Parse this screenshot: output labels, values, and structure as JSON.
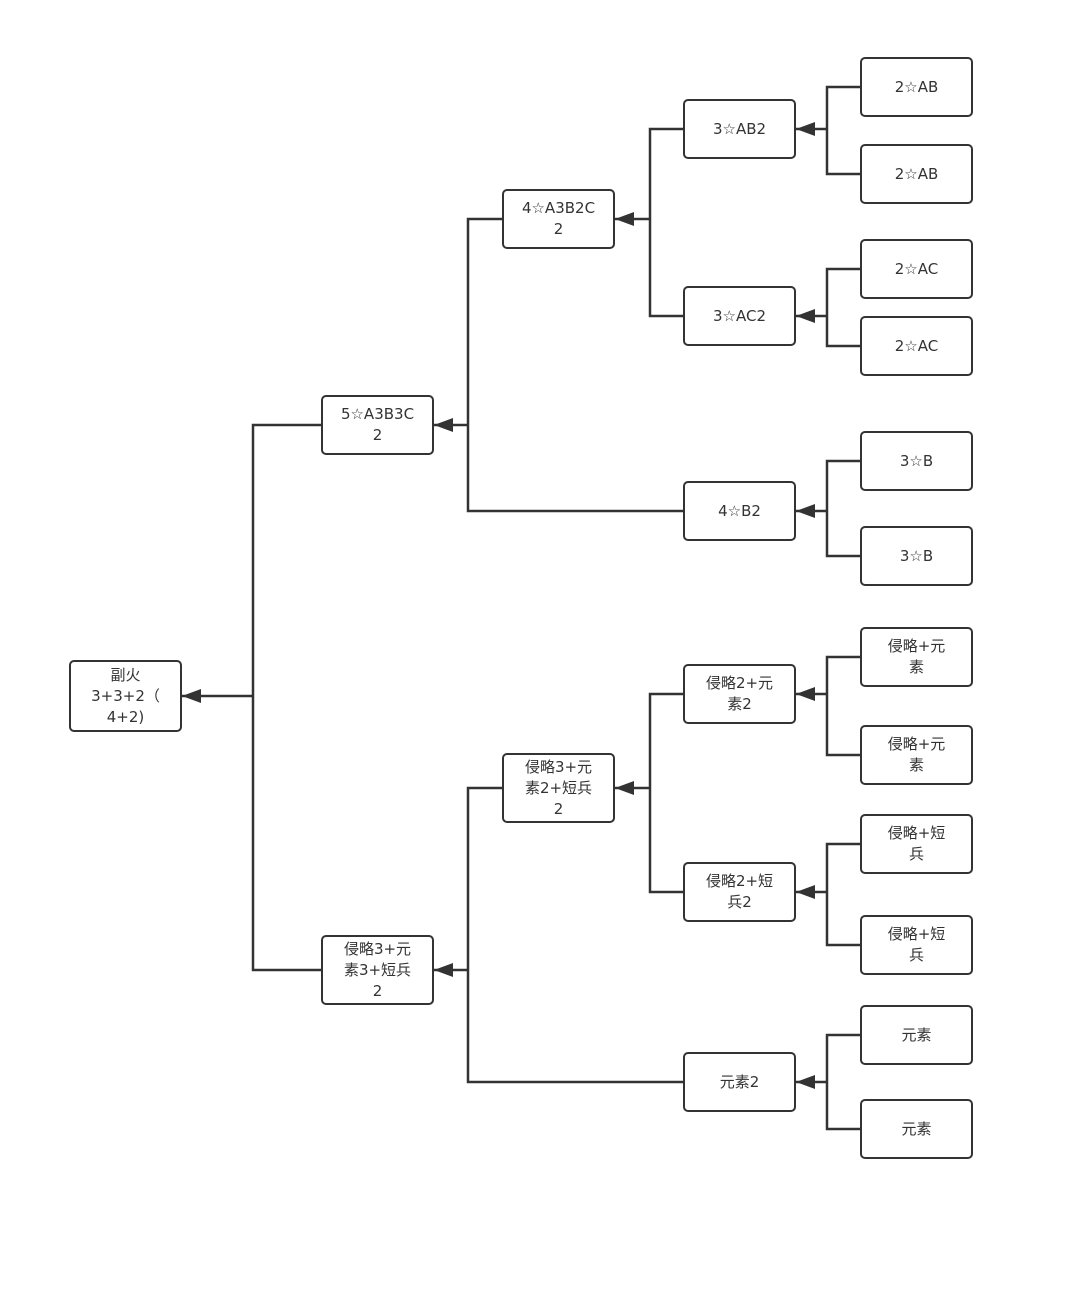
{
  "diagram": {
    "root": "副火\n3+3+2（\n4+2)",
    "n_5star": "5☆A3B3C\n2",
    "n_4star_a3b2c2": "4☆A3B2C\n2",
    "n_3star_ab2": "3☆AB2",
    "n_2star_ab_1": "2☆AB",
    "n_2star_ab_2": "2☆AB",
    "n_3star_ac2": "3☆AC2",
    "n_2star_ac_1": "2☆AC",
    "n_2star_ac_2": "2☆AC",
    "n_4star_b2": "4☆B2",
    "n_3star_b_1": "3☆B",
    "n_3star_b_2": "3☆B",
    "n_invade3_elem3_short2": "侵略3+元\n素3+短兵\n2",
    "n_invade3_elem2_short2": "侵略3+元\n素2+短兵\n2",
    "n_invade2_elem2": "侵略2+元\n素2",
    "n_invade_elem_1": "侵略+元\n素",
    "n_invade_elem_2": "侵略+元\n素",
    "n_invade2_short2": "侵略2+短\n兵2",
    "n_invade_short_1": "侵略+短\n兵",
    "n_invade_short_2": "侵略+短\n兵",
    "n_elem2": "元素2",
    "n_elem_1": "元素",
    "n_elem_2": "元素"
  },
  "colors": {
    "line": "#333333",
    "node_border": "#333333",
    "node_fill": "#ffffff",
    "text": "#333333"
  }
}
